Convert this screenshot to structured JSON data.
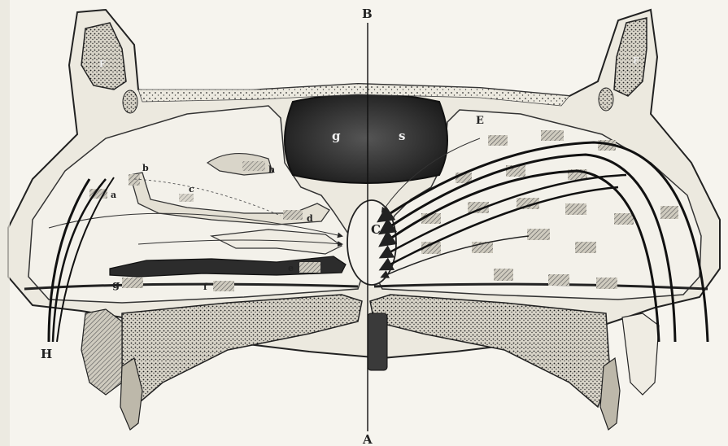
{
  "labels": {
    "axis_top": "B",
    "axis_bottom": "A",
    "left_tube": "H",
    "center_oval": "C",
    "right_chamber": "E",
    "sinus_left": "g",
    "sinus_right": "s",
    "frontal_left": "F",
    "frontal_right": "F",
    "a": "a",
    "b": "b",
    "c": "c",
    "d": "d",
    "e": "e",
    "f": "f",
    "g_low": "g",
    "h": "h"
  },
  "colors": {
    "background": "#f6f4ee",
    "ink": "#2a2a2a",
    "bone_fill": "#e9e6dc",
    "dark_fill": "#3a3a3a"
  }
}
